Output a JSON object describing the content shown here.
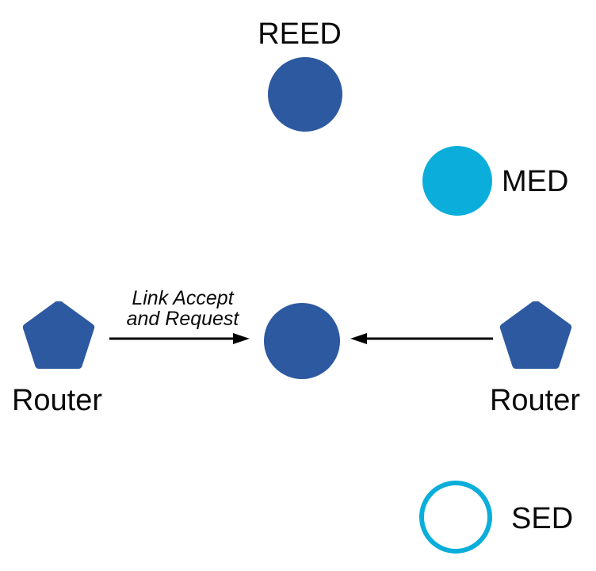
{
  "diagram": {
    "type": "network-topology",
    "colors": {
      "node_blue": "#2D59A0",
      "node_cyan": "#0BAEDA",
      "arrow_black": "#000000",
      "text": "#0A0A0A",
      "background": "#FFFFFF"
    },
    "nodes": {
      "reed": {
        "label": "REED",
        "shape": "circle",
        "fill": "node_blue"
      },
      "med": {
        "label": "MED",
        "shape": "circle",
        "fill": "node_cyan"
      },
      "center": {
        "label": "",
        "shape": "circle",
        "fill": "node_blue"
      },
      "router_left": {
        "label": "Router",
        "shape": "pentagon",
        "fill": "node_blue"
      },
      "router_right": {
        "label": "Router",
        "shape": "pentagon",
        "fill": "node_blue"
      },
      "sed": {
        "label": "SED",
        "shape": "circle-outline",
        "stroke": "node_cyan"
      }
    },
    "edges": {
      "left": {
        "from": "router_left",
        "to": "center",
        "label": "Link Accept\nand Request",
        "direction": "right"
      },
      "right": {
        "from": "router_right",
        "to": "center",
        "label": "",
        "direction": "left"
      }
    }
  }
}
